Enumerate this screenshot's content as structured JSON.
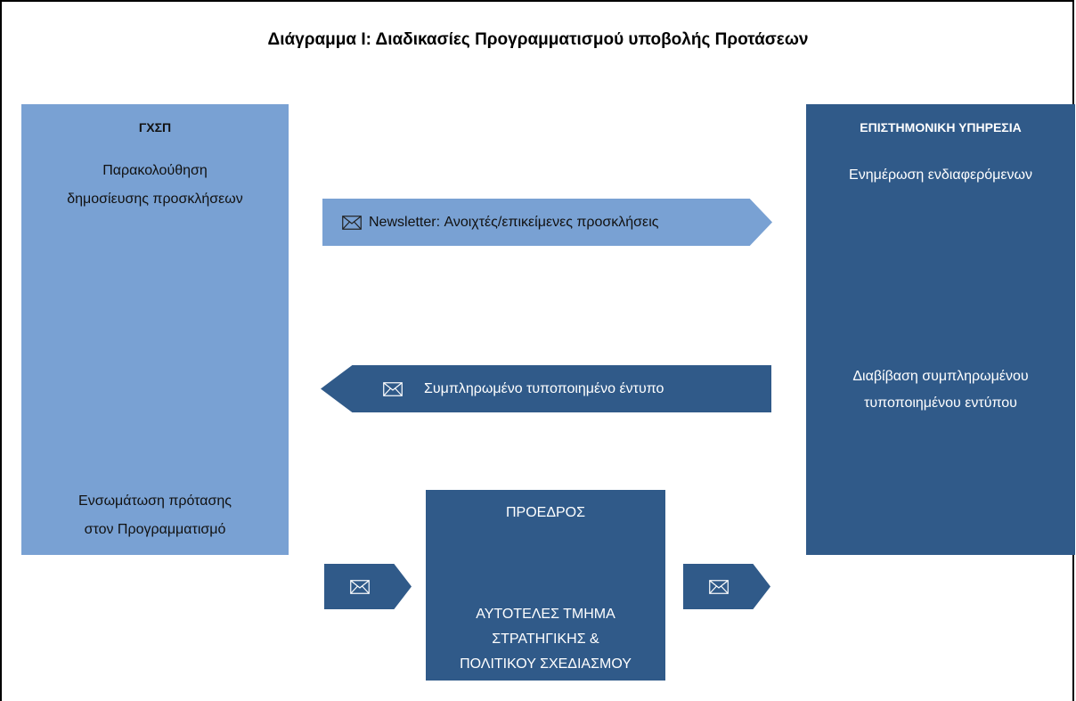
{
  "title": "Διάγραμμα Ι: Διαδικασίες Προγραμματισμού υποβολής Προτάσεων",
  "left_panel": {
    "heading": "ΓΧΣΠ",
    "text1_line1": "Παρακολούθηση",
    "text1_line2": "δημοσίευσης προσκλήσεων",
    "text2_line1": "Ενσωμάτωση πρότασης",
    "text2_line2": "στον Προγραμματισμό"
  },
  "right_panel": {
    "heading": "ΕΠΙΣΤΗΜΟΝΙΚΗ ΥΠΗΡΕΣΙΑ",
    "text1": "Ενημέρωση ενδιαφερόμενων",
    "text2_line1": "Διαβίβαση συμπληρωμένου",
    "text2_line2": "τυποποιημένου εντύπου"
  },
  "arrows": {
    "newsletter": "Newsletter: Ανοιχτές/επικείμενες προσκλήσεις",
    "form": "Συμπληρωμένο τυποποιημένο έντυπο"
  },
  "center_box": {
    "top": "ΠΡΟΕΔΡΟΣ",
    "line1": "ΑΥΤΟΤΕΛΕΣ ΤΜΗΜΑ",
    "line2": "ΣΤΡΑΤΗΓΙΚΗΣ &",
    "line3": "ΠΟΛΙΤΙΚΟΥ ΣΧΕΔΙΑΣΜΟΥ"
  },
  "colors": {
    "light_blue": "#79a1d3",
    "dark_blue": "#305a89"
  },
  "icons": [
    "envelope-icon"
  ]
}
